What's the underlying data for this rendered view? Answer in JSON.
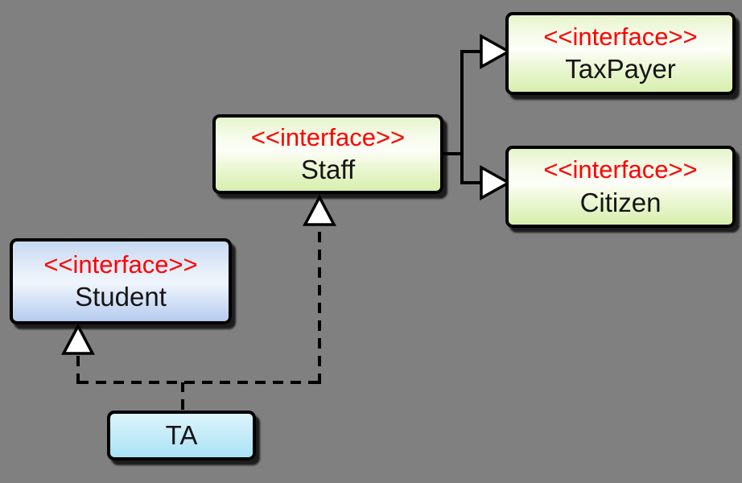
{
  "diagram": {
    "type": "uml-class-diagram",
    "background_color": "#808080",
    "stereotype_color": "#ff0000",
    "nodes": [
      {
        "id": "taxpayer",
        "stereotype": "<<interface>>",
        "name": "TaxPayer",
        "fill": "green-gradient"
      },
      {
        "id": "citizen",
        "stereotype": "<<interface>>",
        "name": "Citizen",
        "fill": "green-gradient"
      },
      {
        "id": "staff",
        "stereotype": "<<interface>>",
        "name": "Staff",
        "fill": "green-gradient"
      },
      {
        "id": "student",
        "stereotype": "<<interface>>",
        "name": "Student",
        "fill": "blue-gradient"
      },
      {
        "id": "ta",
        "name": "TA",
        "fill": "cyan-gradient"
      }
    ],
    "edges": [
      {
        "from": "Staff",
        "to": "TaxPayer",
        "style": "solid",
        "arrowhead": "hollow-triangle"
      },
      {
        "from": "Staff",
        "to": "Citizen",
        "style": "solid",
        "arrowhead": "hollow-triangle"
      },
      {
        "from": "TA",
        "to": "Student",
        "style": "dashed",
        "arrowhead": "hollow-triangle"
      },
      {
        "from": "TA",
        "to": "Staff",
        "style": "dashed",
        "arrowhead": "hollow-triangle"
      }
    ]
  }
}
